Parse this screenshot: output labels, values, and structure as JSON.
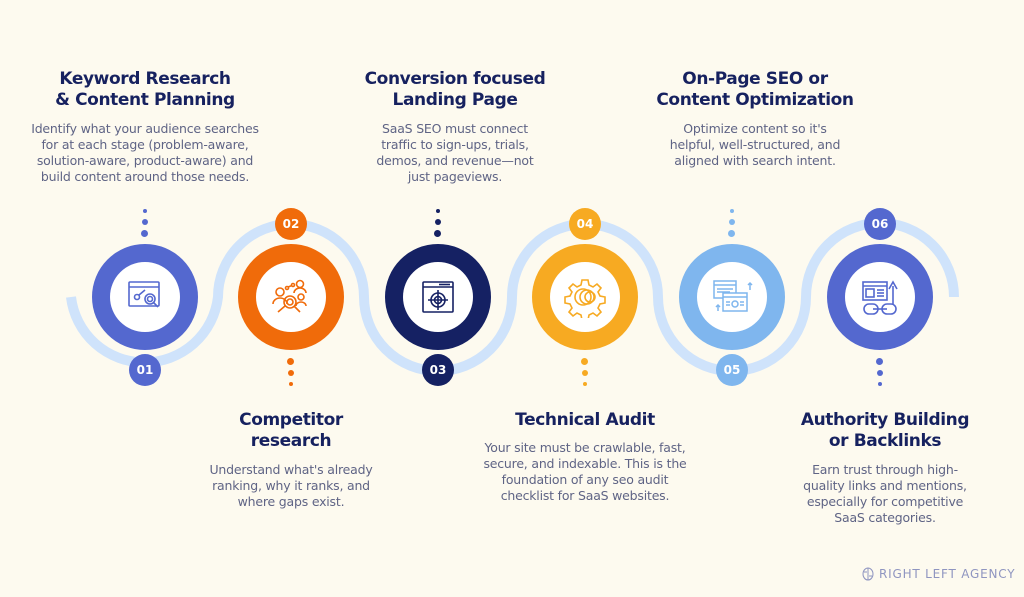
{
  "colors": {
    "background": "#fdfaef",
    "wave": "#cfe3fb",
    "title": "#16215f",
    "body_text": "#5f6485",
    "step1": "#5468cf",
    "step2": "#f06b0a",
    "step3": "#152163",
    "step4": "#f7aa22",
    "step5": "#7fb6ee",
    "step6": "#5468cf"
  },
  "steps": [
    {
      "number": "01",
      "title_line1": "Keyword Research",
      "title_line2": "& Content Planning",
      "description": [
        "Identify what your audience searches",
        "for at each stage (problem-aware,",
        "solution-aware, product-aware) and",
        "build content around those needs."
      ],
      "icon": "keyword-search-icon"
    },
    {
      "number": "02",
      "title_line1": "Competitor",
      "title_line2": "research",
      "description": [
        "Understand what's already",
        "ranking, why it ranks, and",
        "where gaps exist."
      ],
      "icon": "competitor-research-icon"
    },
    {
      "number": "03",
      "title_line1": "Conversion focused",
      "title_line2": "Landing Page",
      "description": [
        "SaaS SEO must connect",
        "traffic to sign-ups, trials,",
        "demos, and revenue—not",
        "just pageviews."
      ],
      "icon": "target-landing-page-icon"
    },
    {
      "number": "04",
      "title_line1": "Technical Audit",
      "title_line2": "",
      "description": [
        "Your site must be crawlable, fast,",
        "secure, and indexable. This is the",
        "foundation of any seo audit",
        "checklist for SaaS websites."
      ],
      "icon": "gear-audit-icon"
    },
    {
      "number": "05",
      "title_line1": "On-Page SEO or",
      "title_line2": "Content Optimization",
      "description": [
        "Optimize content so it's",
        "helpful, well-structured, and",
        "aligned with search intent."
      ],
      "icon": "content-optimization-icon"
    },
    {
      "number": "06",
      "title_line1": "Authority Building",
      "title_line2": "or Backlinks",
      "description": [
        "Earn trust through high-",
        "quality links and mentions,",
        "especially for competitive",
        "SaaS categories."
      ],
      "icon": "backlink-chain-icon"
    }
  ],
  "footer": {
    "brand": "RIGHT LEFT AGENCY",
    "logo_icon": "brain-logo-icon"
  }
}
